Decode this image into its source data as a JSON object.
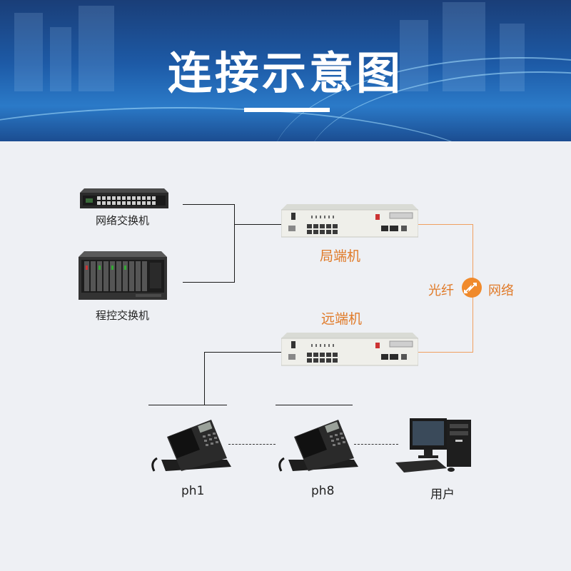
{
  "header": {
    "title": "连接示意图"
  },
  "nodes": {
    "network_switch": "网络交换机",
    "pbx": "程控交换机",
    "local_unit": "局端机",
    "remote_unit": "远端机",
    "fiber_left": "光纤",
    "fiber_right": "网络",
    "phone1": "ph1",
    "phone8": "ph8",
    "user": "用户"
  },
  "colors": {
    "banner": "#1d5aa6",
    "accent_orange": "#e07a28",
    "fiber_line": "#f0a060",
    "background": "#eef0f4"
  }
}
